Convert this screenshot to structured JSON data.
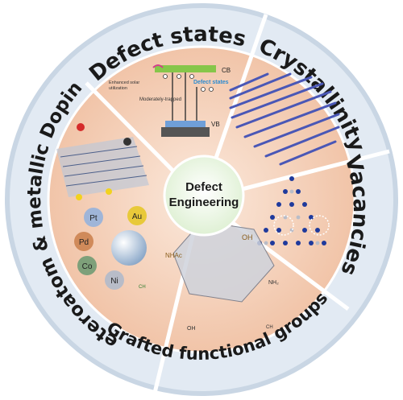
{
  "center": {
    "line1": "Defect",
    "line2": "Engineering"
  },
  "segments": {
    "defect_states": "Defect states",
    "crystallinity": "Crystallinity",
    "vacancies": "Vacancies",
    "grafted": "Grafted functional groups",
    "doping": "Heteroatom & metallic Doping"
  },
  "band_diagram": {
    "cb": "CB",
    "vb": "VB",
    "defect_states": "Defect states",
    "enhanced": "Enhanced solar",
    "utilization": "utilization",
    "trapped": "Moderately-trapped"
  },
  "metals": [
    "Pt",
    "Au",
    "Pd",
    "Co",
    "Ni"
  ],
  "functional": {
    "nhac": "NHAc",
    "oh": "OH",
    "nh2": "NH₂",
    "cooh": "OH",
    "ch1": "CH",
    "ch2": "CH"
  },
  "colors": {
    "ring": "#dde7f2",
    "ring_edge": "#b9c8d8",
    "wedge": "#f3d1bb",
    "center": "#e9f5df",
    "border": "#a5b4c4"
  }
}
